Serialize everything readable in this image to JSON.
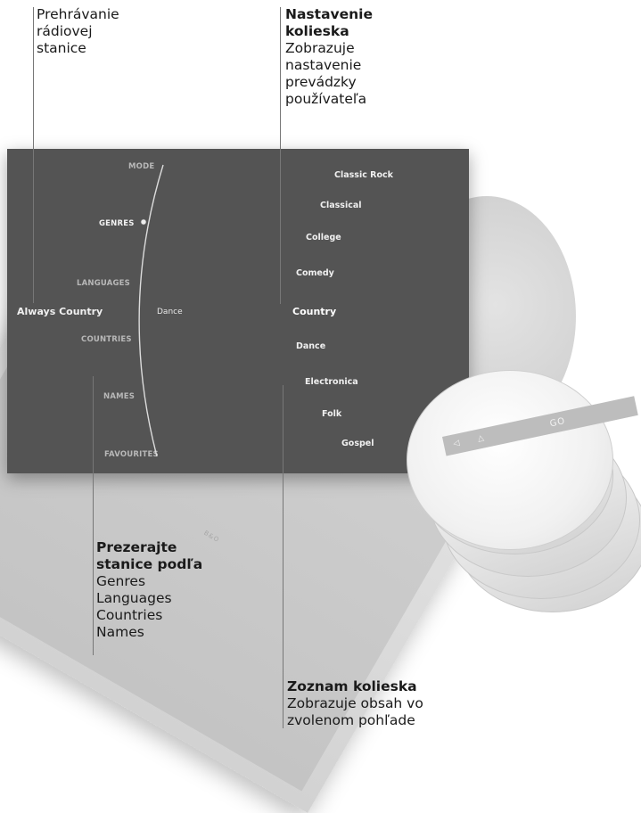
{
  "callouts": {
    "radio": {
      "lines": [
        "Prehrávanie",
        "rádiovej",
        "stanice"
      ]
    },
    "wheel_setting": {
      "title_lines": [
        "Nastavenie",
        "kolieska"
      ],
      "body_lines": [
        "Zobrazuje",
        "nastavenie",
        "prevádzky",
        "používateľa"
      ]
    },
    "browse": {
      "title_lines": [
        "Prezerajte",
        "stanice podľa"
      ],
      "body_lines": [
        "Genres",
        "Languages",
        "Countries",
        "Names"
      ]
    },
    "wheel_list": {
      "title": "Zoznam kolieska",
      "body_lines": [
        "Zobrazuje obsah vo",
        "zvolenom pohľade"
      ]
    }
  },
  "screen": {
    "station": "Always Country",
    "genre_value": "Dance",
    "categories": [
      "MODE",
      "GENRES",
      "LANGUAGES",
      "COUNTRIES",
      "NAMES",
      "FAVOURITES"
    ],
    "list": [
      "Classic Rock",
      "Classical",
      "College",
      "Comedy",
      "Country",
      "Dance",
      "Electronica",
      "Folk",
      "Gospel"
    ],
    "selected_list_item": "Country"
  },
  "remote": {
    "left_btn": "◁",
    "up_btn": "△",
    "go_label": "GO"
  },
  "colors": {
    "screen_bg": "#545454",
    "device_frame": "#d6d6d6",
    "text_dark": "#1a1a1a"
  }
}
